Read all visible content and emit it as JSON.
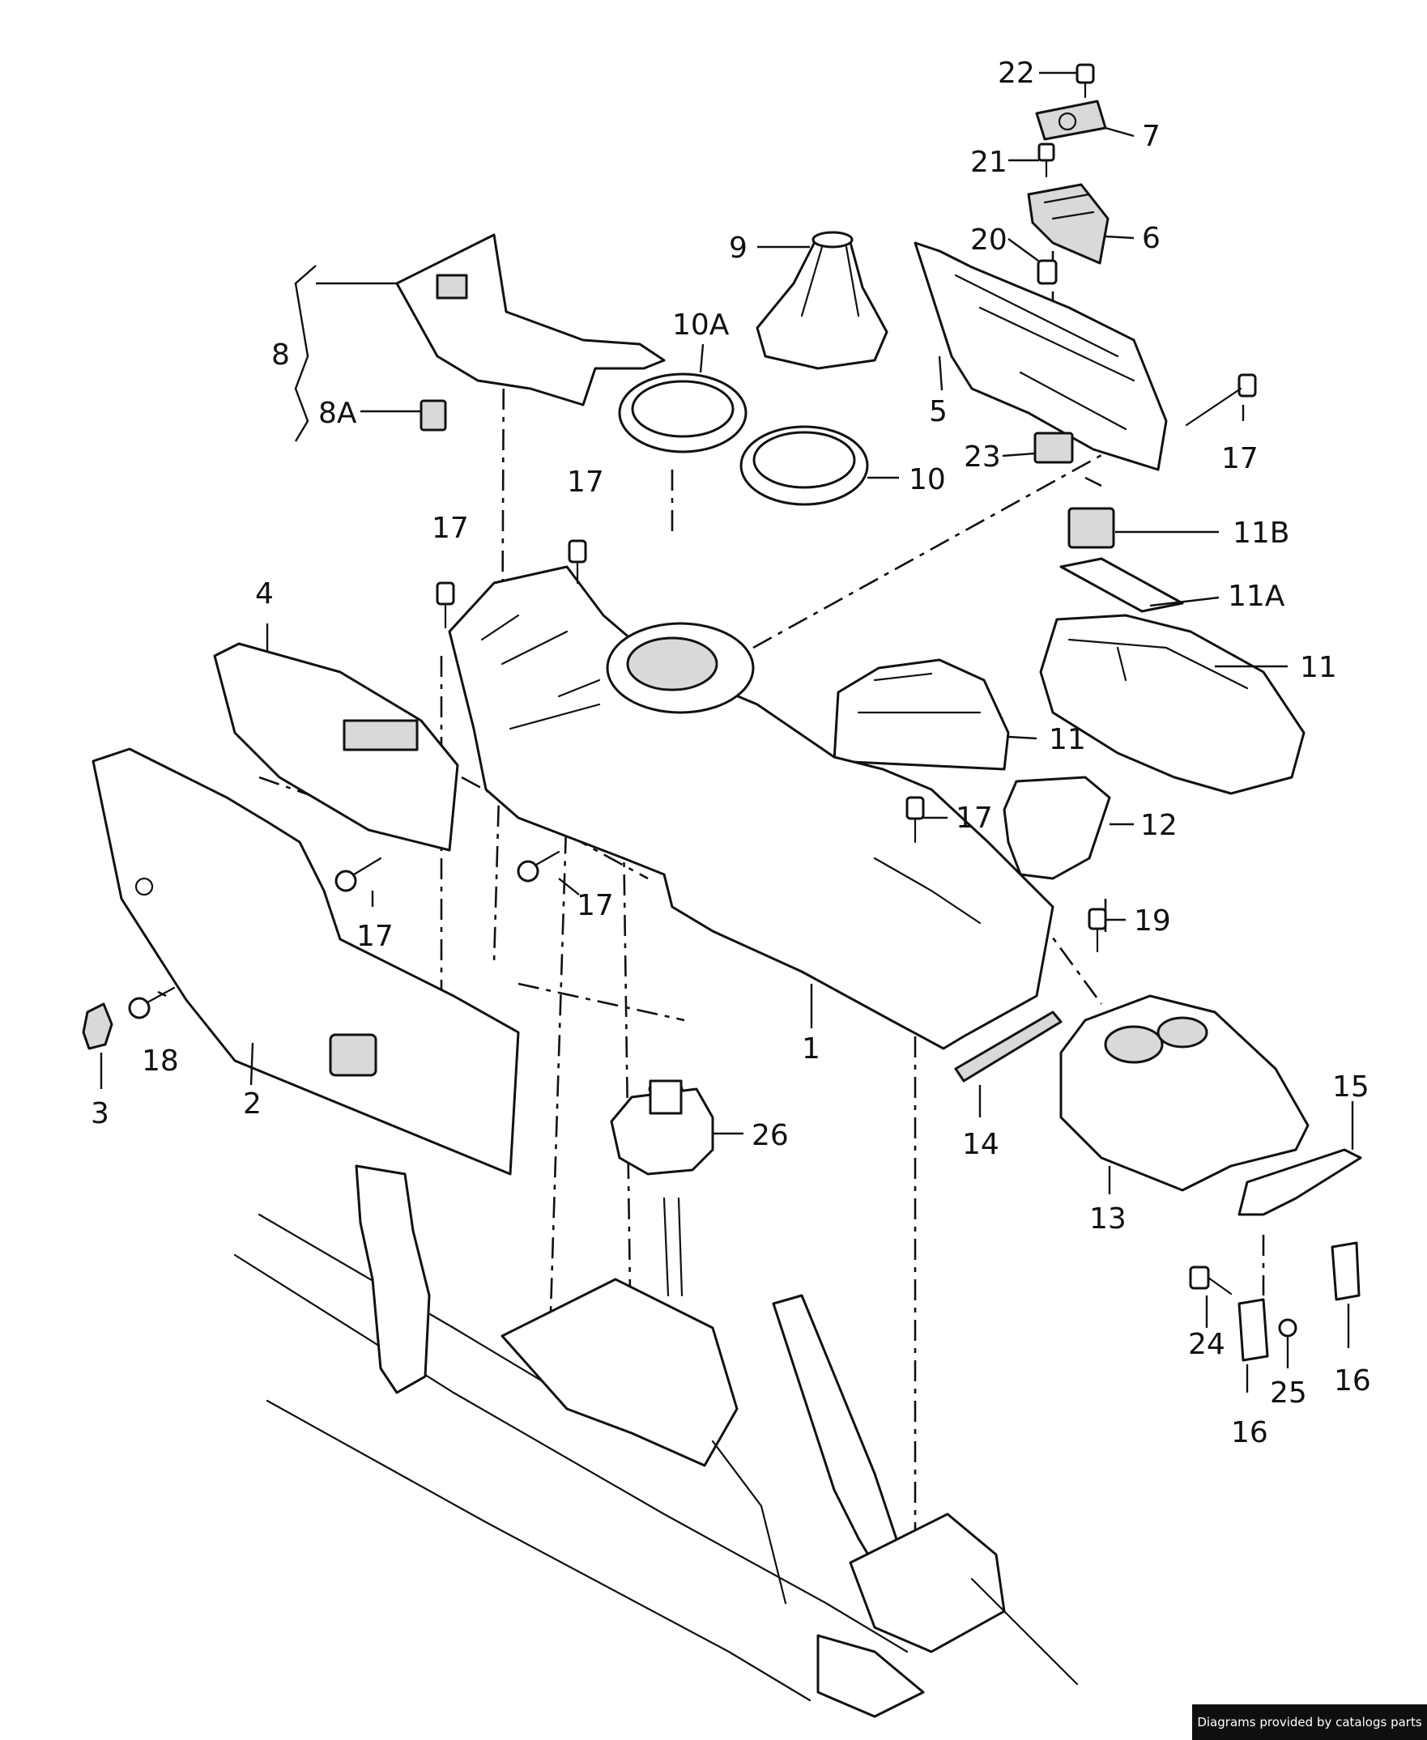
{
  "diagram": {
    "callouts": [
      {
        "id": "c22",
        "label": "22"
      },
      {
        "id": "c7",
        "label": "7"
      },
      {
        "id": "c21",
        "label": "21"
      },
      {
        "id": "c20",
        "label": "20"
      },
      {
        "id": "c6",
        "label": "6"
      },
      {
        "id": "c9",
        "label": "9"
      },
      {
        "id": "c10A",
        "label": "10A"
      },
      {
        "id": "c8",
        "label": "8"
      },
      {
        "id": "c8A",
        "label": "8A"
      },
      {
        "id": "c5",
        "label": "5"
      },
      {
        "id": "c17a",
        "label": "17"
      },
      {
        "id": "c23",
        "label": "23"
      },
      {
        "id": "c10",
        "label": "10"
      },
      {
        "id": "c17b",
        "label": "17"
      },
      {
        "id": "c17c",
        "label": "17"
      },
      {
        "id": "c11B",
        "label": "11B"
      },
      {
        "id": "c11A",
        "label": "11A"
      },
      {
        "id": "c4",
        "label": "4"
      },
      {
        "id": "c11a",
        "label": "11"
      },
      {
        "id": "c11b",
        "label": "11"
      },
      {
        "id": "c17d",
        "label": "17"
      },
      {
        "id": "c12",
        "label": "12"
      },
      {
        "id": "c17e",
        "label": "17"
      },
      {
        "id": "c17f",
        "label": "17"
      },
      {
        "id": "c19",
        "label": "19"
      },
      {
        "id": "c18",
        "label": "18"
      },
      {
        "id": "c3",
        "label": "3"
      },
      {
        "id": "c2",
        "label": "2"
      },
      {
        "id": "c1",
        "label": "1"
      },
      {
        "id": "c14",
        "label": "14"
      },
      {
        "id": "c15",
        "label": "15"
      },
      {
        "id": "c26",
        "label": "26"
      },
      {
        "id": "c13",
        "label": "13"
      },
      {
        "id": "c24",
        "label": "24"
      },
      {
        "id": "c25",
        "label": "25"
      },
      {
        "id": "c16a",
        "label": "16"
      },
      {
        "id": "c16b",
        "label": "16"
      }
    ]
  },
  "watermark": "Diagrams provided by catalogs parts"
}
